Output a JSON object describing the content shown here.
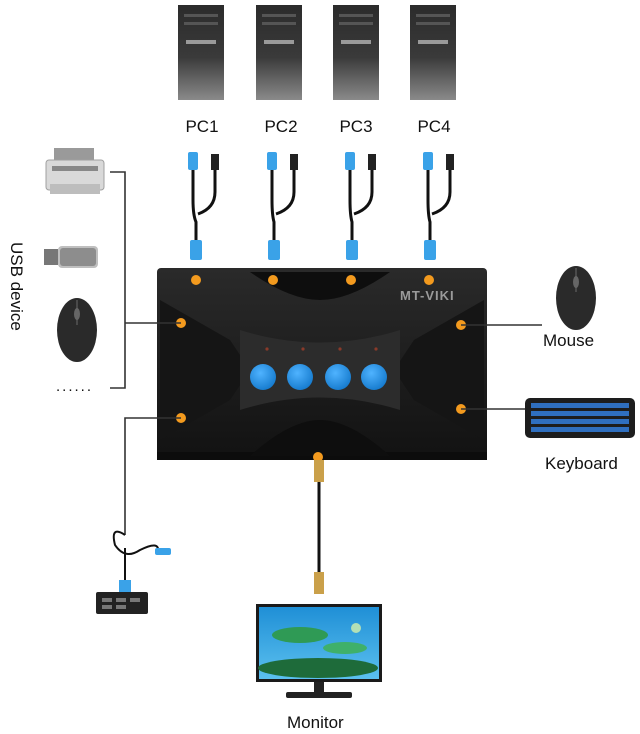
{
  "pcs": [
    {
      "label": "PC1"
    },
    {
      "label": "PC2"
    },
    {
      "label": "PC3"
    },
    {
      "label": "PC4"
    }
  ],
  "usb_device_label": "USB device",
  "ellipsis": "......",
  "brand": "MT-VIKI",
  "mouse_label": "Mouse",
  "keyboard_label": "Keyboard",
  "monitor_label": "Monitor",
  "colors": {
    "port": "#f39a1e",
    "button": "#1e8fe6",
    "switch_body": "#1b1b1b",
    "cable": "#111111",
    "connector_blue": "#3aa2e8"
  }
}
